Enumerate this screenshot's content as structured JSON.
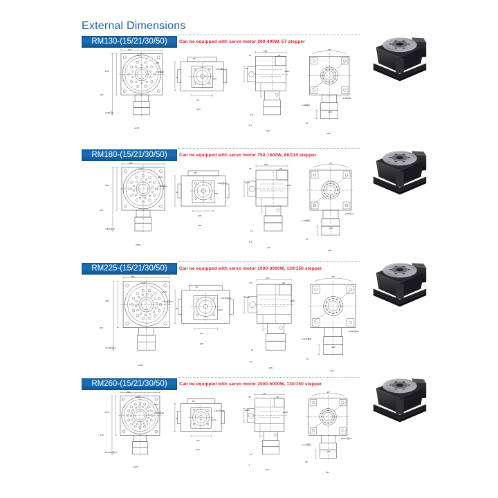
{
  "page": {
    "title": "External Dimensions",
    "title_color": "#1f5fa9",
    "background_color": "#ffffff",
    "badge_color": "#1565ab",
    "note_color": "#d81f26",
    "drawing_line_color": "#2a2a2a"
  },
  "models": [
    {
      "id": "rm130",
      "badge": "RM130-(15/21/30/50)",
      "note": "Can be equipped with servo motor 200-400W, 57 stepper",
      "photo_name": "rm130-product-photo",
      "views": [
        {
          "name": "front-view",
          "dims": [
            "130",
            "105",
            "182",
            "22.5",
            "ø70",
            "4-M6深8",
            "2-M5深8",
            "ø110"
          ]
        },
        {
          "name": "top-view",
          "dims": [
            "80",
            "45°",
            "4-M6深8",
            "ø70",
            "22",
            "130"
          ]
        },
        {
          "name": "side-view",
          "dims": [
            "130",
            "25",
            "22",
            "ø110",
            "ø70",
            "8.5",
            "4.5",
            "182"
          ]
        },
        {
          "name": "bottom-view",
          "dims": [
            "45°",
            "2-ø6销孔",
            "ø38",
            "4-M6深8",
            "25",
            "130"
          ]
        }
      ]
    },
    {
      "id": "rm180",
      "badge": "RM180-(15/21/30/50)",
      "note": "Can be equipped with servo motor 750-1500W, 86/110 stepper",
      "photo_name": "rm180-product-photo",
      "views": [
        {
          "name": "front-view",
          "dims": [
            "180",
            "145",
            "242",
            "22.5",
            "ø120",
            "4-M8深12",
            "2-M6深10",
            "ø150"
          ]
        },
        {
          "name": "top-view",
          "dims": [
            "100",
            "45°",
            "4-M8深12",
            "ø90",
            "30",
            "180"
          ]
        },
        {
          "name": "side-view",
          "dims": [
            "145",
            "35",
            "28",
            "ø150",
            "ø120",
            "10",
            "5.5",
            "242"
          ]
        },
        {
          "name": "bottom-view",
          "dims": [
            "45°",
            "2-ø8销孔",
            "ø50",
            "4-M8深12",
            "35",
            "180"
          ]
        }
      ]
    },
    {
      "id": "rm225",
      "badge": "RM225-(15/21/30/50)",
      "note": "Can be equipped with servo motor 1000-3000W, 130/150 stepper",
      "photo_name": "rm225-product-photo",
      "views": [
        {
          "name": "front-view",
          "dims": [
            "225",
            "180",
            "305",
            "22.5",
            "ø160",
            "4-M10深15",
            "10-M8深12",
            "ø190"
          ]
        },
        {
          "name": "top-view",
          "dims": [
            "130",
            "45°",
            "4-M10深15",
            "ø120",
            "38",
            "225"
          ]
        },
        {
          "name": "side-view",
          "dims": [
            "180",
            "45",
            "35",
            "ø190",
            "ø160",
            "12",
            "6.5",
            "305"
          ]
        },
        {
          "name": "bottom-view",
          "dims": [
            "45°",
            "2-ø10销孔",
            "ø60",
            "4-M10深15",
            "45",
            "225"
          ]
        }
      ]
    },
    {
      "id": "rm260",
      "badge": "RM260-(15/21/30/50)",
      "note": "Can be equipped with servo motor 2000-5000W, 130/150 stepper",
      "photo_name": "rm260-product-photo",
      "views": [
        {
          "name": "front-view",
          "dims": [
            "260",
            "210",
            "330",
            "22.5",
            "ø180",
            "4-M10深15",
            "12-M10深15",
            "ø220"
          ]
        },
        {
          "name": "top-view",
          "dims": [
            "145",
            "45°",
            "4-M10深15",
            "ø140",
            "42",
            "260"
          ]
        },
        {
          "name": "side-view",
          "dims": [
            "210",
            "50",
            "40",
            "ø220",
            "ø180",
            "14",
            "7",
            "330"
          ]
        },
        {
          "name": "bottom-view",
          "dims": [
            "45°",
            "2-ø12销孔",
            "ø70",
            "4-M10深15",
            "50",
            "260"
          ]
        }
      ]
    }
  ]
}
